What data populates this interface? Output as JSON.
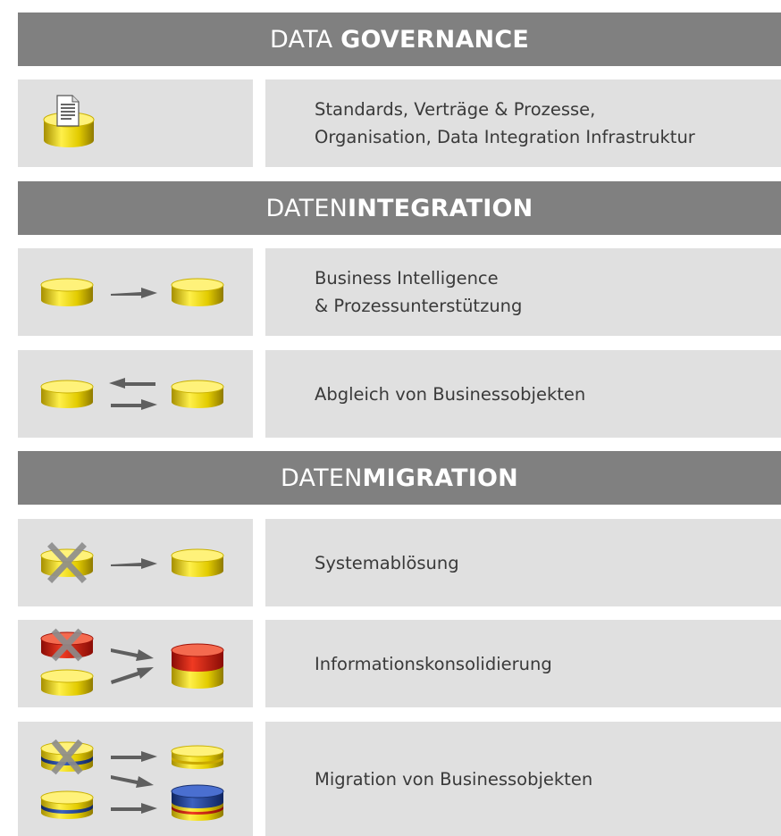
{
  "sections": {
    "governance": {
      "title_light": "DATA ",
      "title_bold": "GOVERNANCE"
    },
    "integration": {
      "title_light": "DATEN",
      "title_bold": "INTEGRATION"
    },
    "migration": {
      "title_light": "DATEN",
      "title_bold": "MIGRATION"
    }
  },
  "rows": {
    "governance": {
      "line1": "Standards, Verträge & Prozesse,",
      "line2": "Organisation, Data Integration Infrastruktur"
    },
    "bi": {
      "line1": "Business Intelligence",
      "line2": "& Prozessunterstützung"
    },
    "abgleich": {
      "line1": "Abgleich von Businessobjekten"
    },
    "systemabloesung": {
      "line1": "Systemablösung"
    },
    "konsolidierung": {
      "line1": "Informationskonsolidierung"
    },
    "migration_bo": {
      "line1": "Migration von Businessobjekten"
    }
  },
  "icons": {
    "governance": "database-with-document-icon",
    "bi": "database-to-database-icon",
    "abgleich": "database-sync-icon",
    "systemabloesung": "database-replacement-icon",
    "konsolidierung": "database-consolidation-icon",
    "migration_bo": "business-object-migration-icon"
  },
  "colors": {
    "header_bar": "#808080",
    "cell_bg": "#e0e0e0",
    "db_yellow": "#f2de00",
    "db_red": "#d0160c",
    "db_blue": "#1f3f8f",
    "arrow": "#5f5f5f"
  }
}
